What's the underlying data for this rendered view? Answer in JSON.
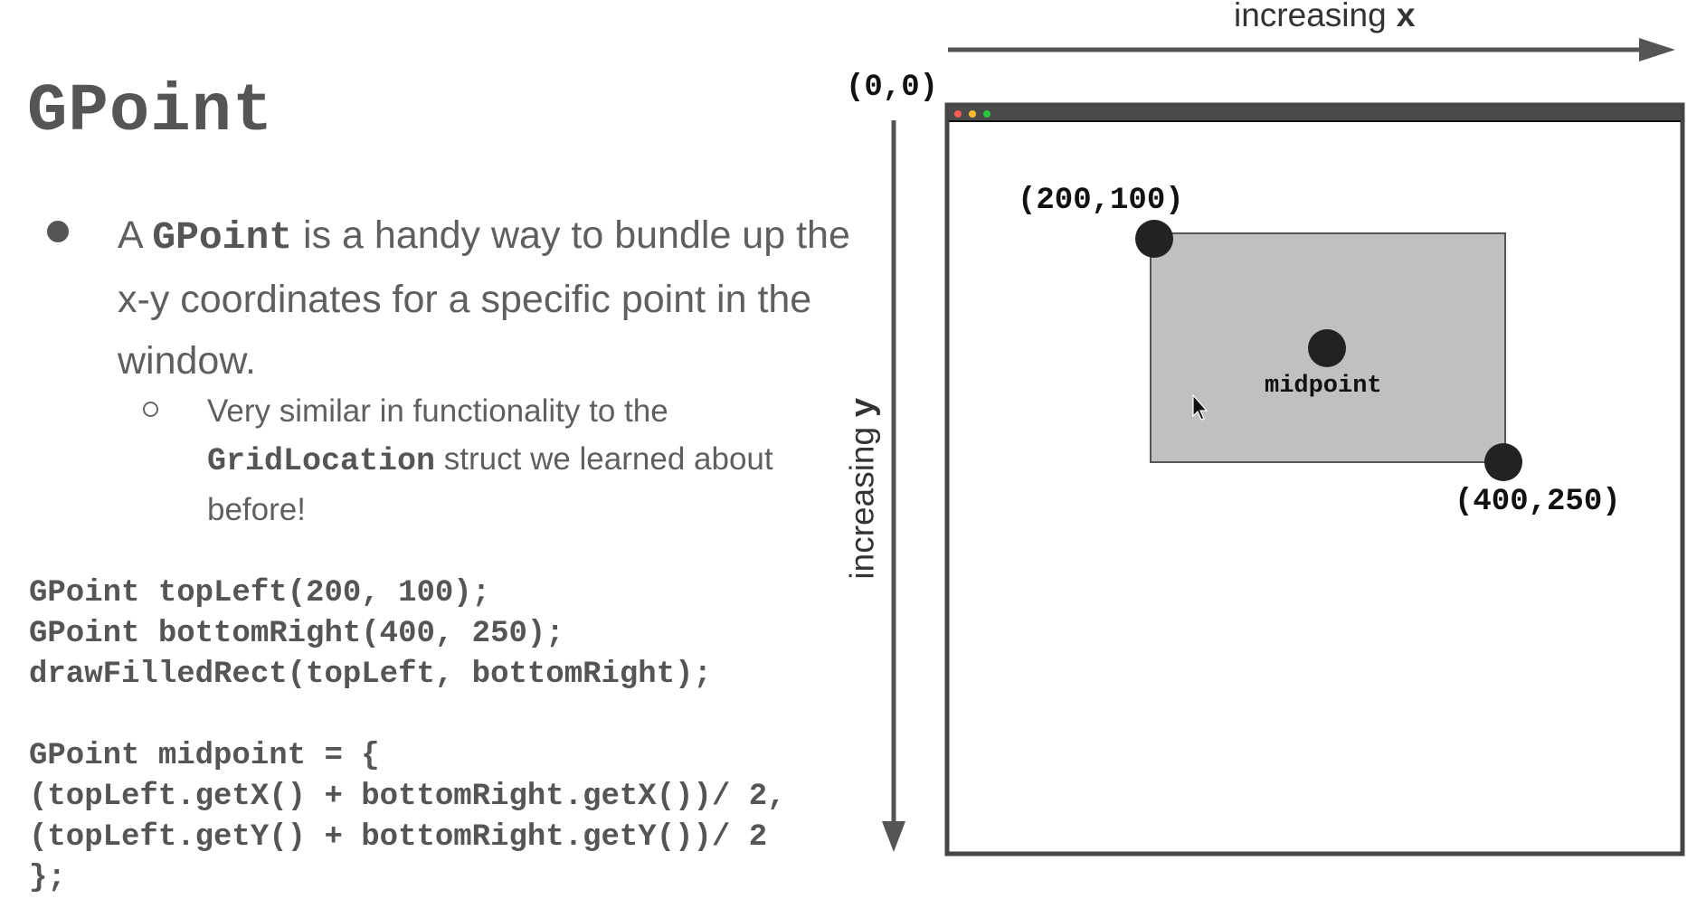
{
  "slide": {
    "title": "GPoint"
  },
  "bullet": {
    "prefix": "A ",
    "code_term": "GPoint",
    "text": " is a handy way to bundle up the x-y coordinates for a specific point in the window."
  },
  "sub_bullet": {
    "prefix": "Very similar in functionality to the ",
    "code_term": "GridLocation",
    "text": " struct we learned about before!"
  },
  "code_lines": [
    "GPoint topLeft(200, 100);",
    "GPoint bottomRight(400, 250);",
    "drawFilledRect(topLeft, bottomRight);",
    "",
    "GPoint midpoint = {",
    "(topLeft.getX() + bottomRight.getX())/ 2,",
    "(topLeft.getY() + bottomRight.getY())/ 2",
    "};"
  ],
  "diagram": {
    "x_axis_text": "increasing ",
    "x_axis_var": "x",
    "y_axis_text": "increasing ",
    "y_axis_var": "y",
    "origin_label": "(0,0)",
    "top_left_label": "(200,100)",
    "bottom_right_label": "(400,250)",
    "midpoint_label": "midpoint",
    "window_buttons": [
      "close-button",
      "minimize-button",
      "maximize-button"
    ],
    "colors": {
      "rect_fill": "#c0c0c0",
      "point": "#222222",
      "window_frame": "#444444",
      "titlebar": "#4a4a4a",
      "close": "#ff5f57",
      "minimize": "#febc2e",
      "maximize": "#28c840"
    }
  }
}
